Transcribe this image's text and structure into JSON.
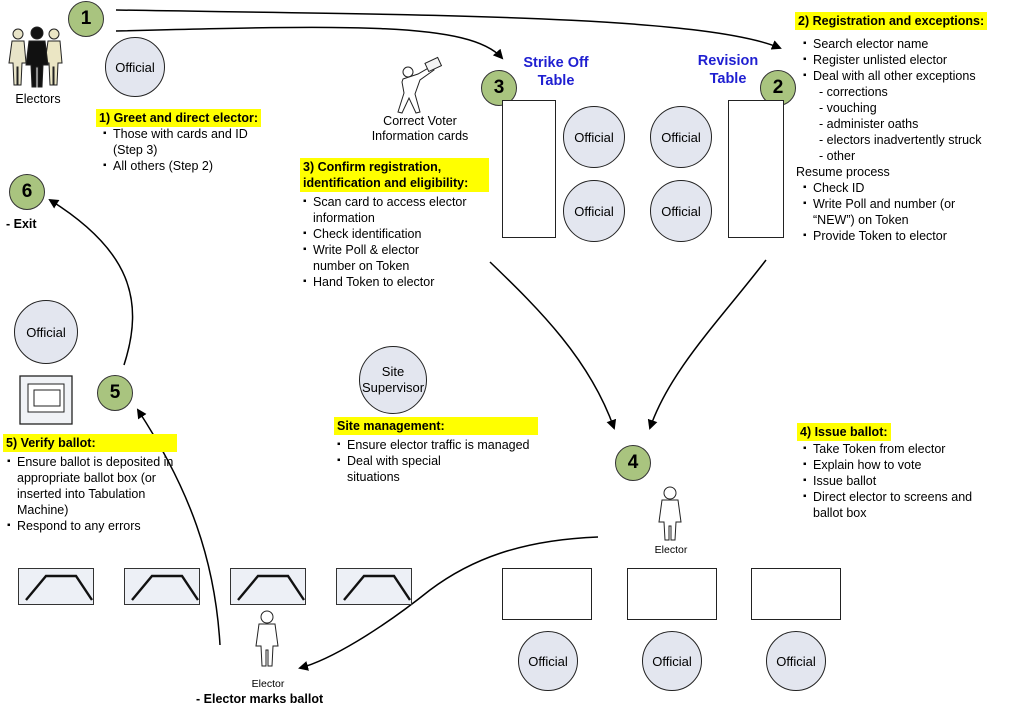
{
  "labels": {
    "electors": "Electors",
    "elector": "Elector",
    "official": "Official",
    "site_supervisor": "Site Supervisor",
    "voter_cards": "Correct Voter Information cards",
    "strike_off_table": "Strike Off Table",
    "revision_table": "Revision Table",
    "exit": "- Exit",
    "marks_ballot": "- Elector marks ballot"
  },
  "steps": [
    "1",
    "2",
    "3",
    "4",
    "5",
    "6"
  ],
  "sections": {
    "greet": {
      "heading": "1) Greet and direct elector:",
      "items": [
        "Those with cards and ID (Step 3)",
        "All others (Step 2)"
      ]
    },
    "registration": {
      "heading": "2) Registration and exceptions:",
      "items": [
        "Search elector name",
        "Register unlisted elector",
        "Deal with all other exceptions"
      ],
      "sub_items": [
        "- corrections",
        "- vouching",
        "- administer oaths",
        "- electors inadvertently struck",
        "- other"
      ],
      "resume_label": "Resume process",
      "resume_items": [
        "Check ID",
        "Write Poll and number (or “NEW”) on Token",
        "Provide Token to elector"
      ]
    },
    "confirm": {
      "heading": "3) Confirm registration, identification and eligibility:",
      "items": [
        "Scan card to access elector information",
        "Check identification",
        "Write Poll & elector number on Token",
        "Hand Token to elector"
      ]
    },
    "issue": {
      "heading": "4) Issue ballot:",
      "items": [
        "Take Token from elector",
        "Explain how to vote",
        "Issue ballot",
        "Direct elector to screens and ballot box"
      ]
    },
    "verify": {
      "heading": "5) Verify ballot:",
      "items": [
        "Ensure ballot is deposited in appropriate ballot box (or inserted into Tabulation Machine)",
        "Respond to any errors"
      ]
    },
    "site": {
      "heading": "Site management:",
      "items": [
        "Ensure elector traffic is managed",
        "Deal with special situations"
      ]
    }
  }
}
